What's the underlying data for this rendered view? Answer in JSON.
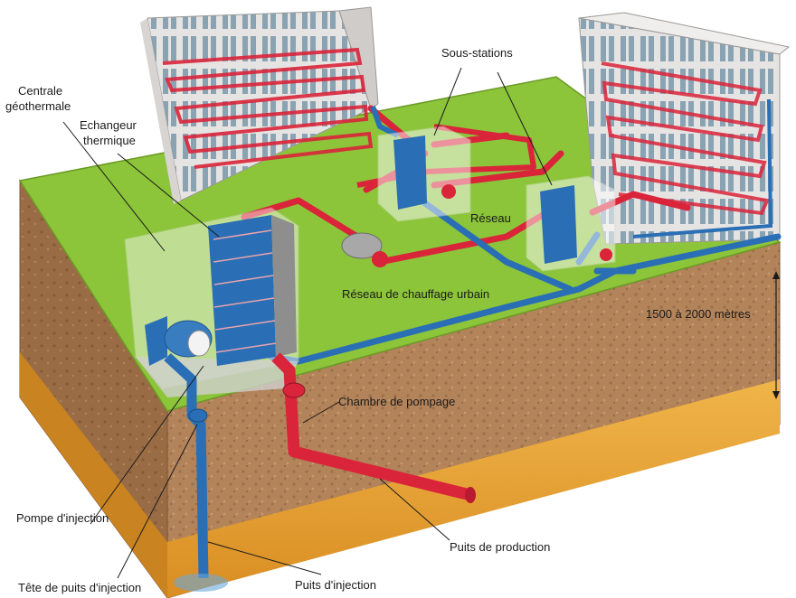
{
  "labels": {
    "centrale_line1": "Centrale",
    "centrale_line2": "géothermale",
    "echangeur_line1": "Echangeur",
    "echangeur_line2": "thermique",
    "sous_stations": "Sous-stations",
    "reseau": "Réseau",
    "reseau_chauffage": "Réseau de chauffage urbain",
    "profondeur": "1500 à 2000 mètres",
    "chambre_pompage": "Chambre de pompage",
    "pompe_injection": "Pompe d'injection",
    "puits_production": "Puits de production",
    "tete_puits": "Tête de puits d'injection",
    "puits_injection": "Puits d'injection"
  },
  "colors": {
    "hot_pipe": "#d9243a",
    "cold_pipe": "#2a6fb5",
    "grass": "#8cc43a",
    "soil": "#b3835a",
    "aquifer": "#e8a233",
    "building": "#e6e4e2"
  }
}
